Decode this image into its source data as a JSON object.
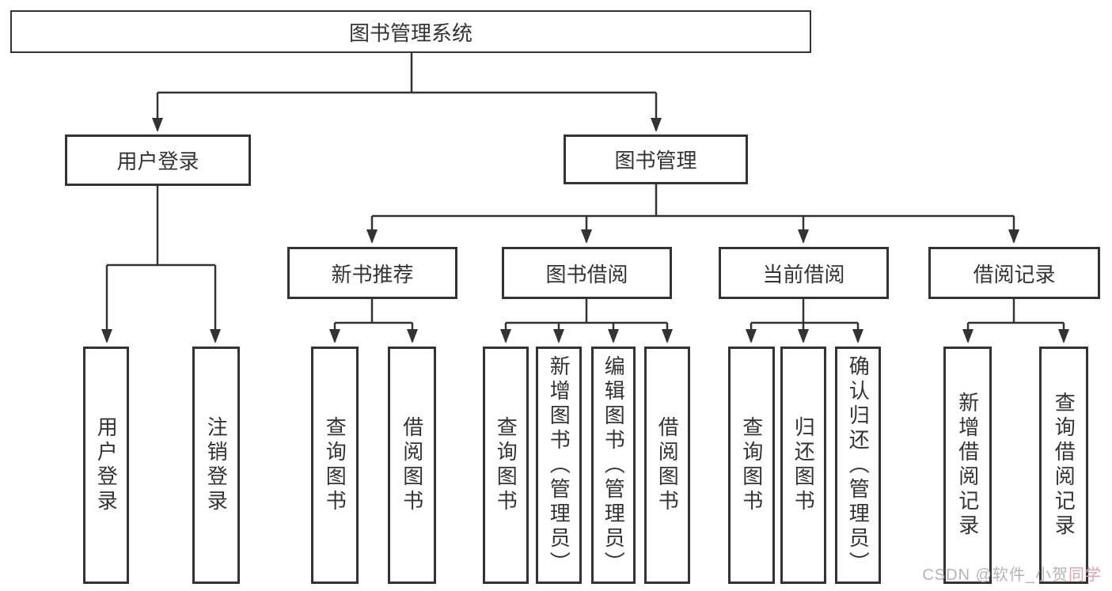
{
  "diagram": {
    "colors": {
      "line": "#333333",
      "text": "#333333",
      "box_background": "#ffffff",
      "watermark_gray": "#b4b4b4",
      "watermark_pink": "#dfa2ae"
    },
    "tree": {
      "label": "图书管理系统",
      "children": [
        {
          "label": "用户登录",
          "children": [
            {
              "label": "用户登录"
            },
            {
              "label": "注销登录"
            }
          ]
        },
        {
          "label": "图书管理",
          "children": [
            {
              "label": "新书推荐",
              "children": [
                {
                  "label": "查询图书"
                },
                {
                  "label": "借阅图书"
                }
              ]
            },
            {
              "label": "图书借阅",
              "children": [
                {
                  "label": "查询图书"
                },
                {
                  "label": "新增图书（管理员）"
                },
                {
                  "label": "编辑图书（管理员）"
                },
                {
                  "label": "借阅图书"
                }
              ]
            },
            {
              "label": "当前借阅",
              "children": [
                {
                  "label": "查询图书"
                },
                {
                  "label": "归还图书"
                },
                {
                  "label": "确认归还（管理员）"
                }
              ]
            },
            {
              "label": "借阅记录",
              "children": [
                {
                  "label": "新增借阅记录"
                },
                {
                  "label": "查询借阅记录"
                }
              ]
            }
          ]
        }
      ]
    },
    "watermark": {
      "main": "CSDN @软件_小贺",
      "accent": "同学"
    }
  }
}
